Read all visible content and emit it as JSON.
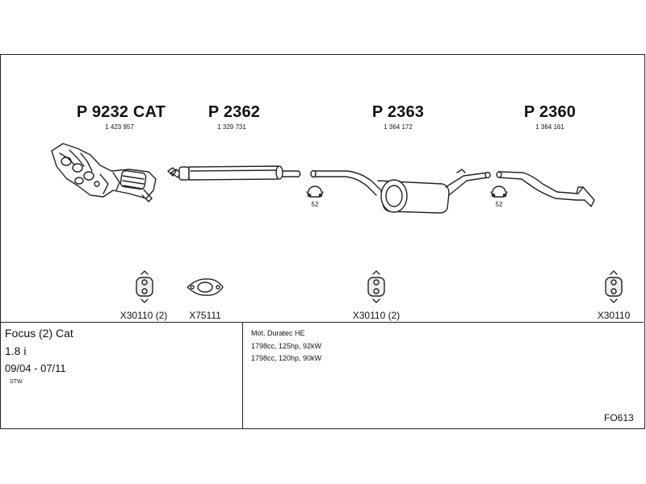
{
  "parts": [
    {
      "number": "P 9232 CAT",
      "oem": "1 423 957"
    },
    {
      "number": "P 2362",
      "oem": "1 329 731"
    },
    {
      "number": "P 2363",
      "oem": "1 364 172"
    },
    {
      "number": "P 2360",
      "oem": "1 364 161"
    }
  ],
  "clamp_sizes": [
    "52",
    "52"
  ],
  "accessories": [
    {
      "label": "X30110 (2)",
      "icon": "rubber-hanger-icon"
    },
    {
      "label": "X75111",
      "icon": "flange-gasket-icon"
    },
    {
      "label": "X30110 (2)",
      "icon": "rubber-hanger-icon"
    },
    {
      "label": "X30110",
      "icon": "rubber-hanger-icon"
    }
  ],
  "vehicle": {
    "model": "Focus (2) Cat",
    "engine_size": "1.8 i",
    "years": "09/04 - 07/11",
    "body": "STW"
  },
  "engine": {
    "name": "Mot. Duratec HE",
    "variants": [
      "1798cc, 125hp, 92kW",
      "1798cc, 120hp, 90kW"
    ]
  },
  "diagram_code": "FO613"
}
